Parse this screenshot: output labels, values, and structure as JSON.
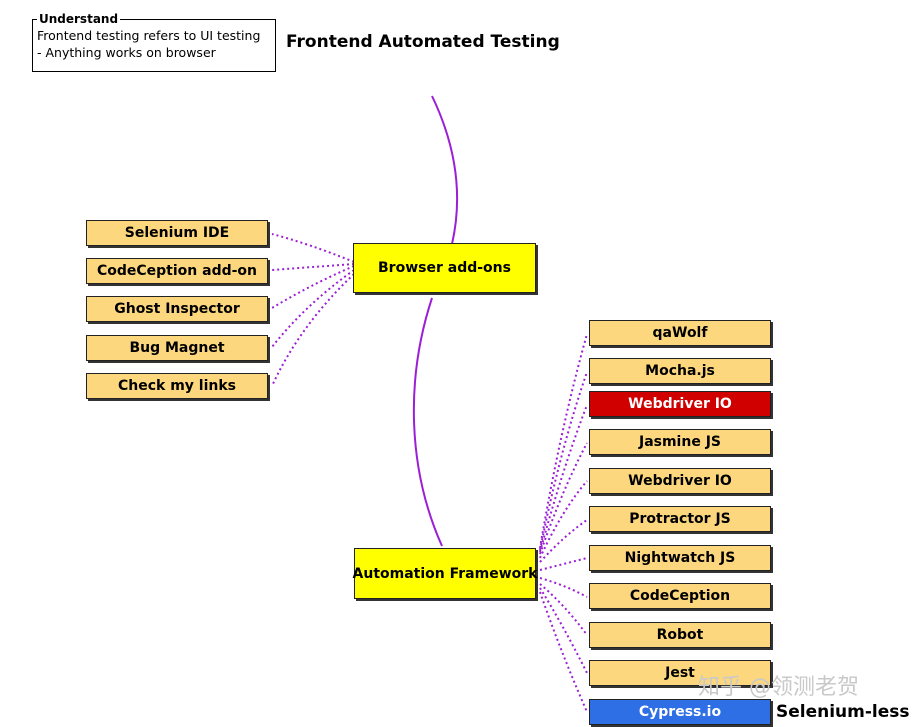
{
  "note": {
    "title": "Understand",
    "line1": "Frontend testing refers to UI testing",
    "line2": "- Anything works on browser"
  },
  "title": "Frontend Automated Testing",
  "browser_addons": {
    "label": "Browser add-ons",
    "items": [
      "Selenium IDE",
      "CodeCeption add-on",
      "Ghost Inspector",
      "Bug Magnet",
      "Check my links"
    ]
  },
  "automation_framework": {
    "label": "Automation Framework",
    "items": [
      "qaWolf",
      "Mocha.js",
      "Webdriver IO",
      "Jasmine JS",
      "Webdriver IO",
      "Protractor JS",
      "Nightwatch JS",
      "CodeCeption",
      "Robot",
      "Jest",
      "Cypress.io"
    ]
  },
  "selenium_less": "Selenium-less",
  "watermark": "知乎 @领测老贺",
  "colors": {
    "leaf": "#fdd77e",
    "hub": "#ffff00",
    "highlight_red": "#d10000",
    "highlight_blue": "#2f6fe6",
    "connector": "#9b1fd6"
  }
}
